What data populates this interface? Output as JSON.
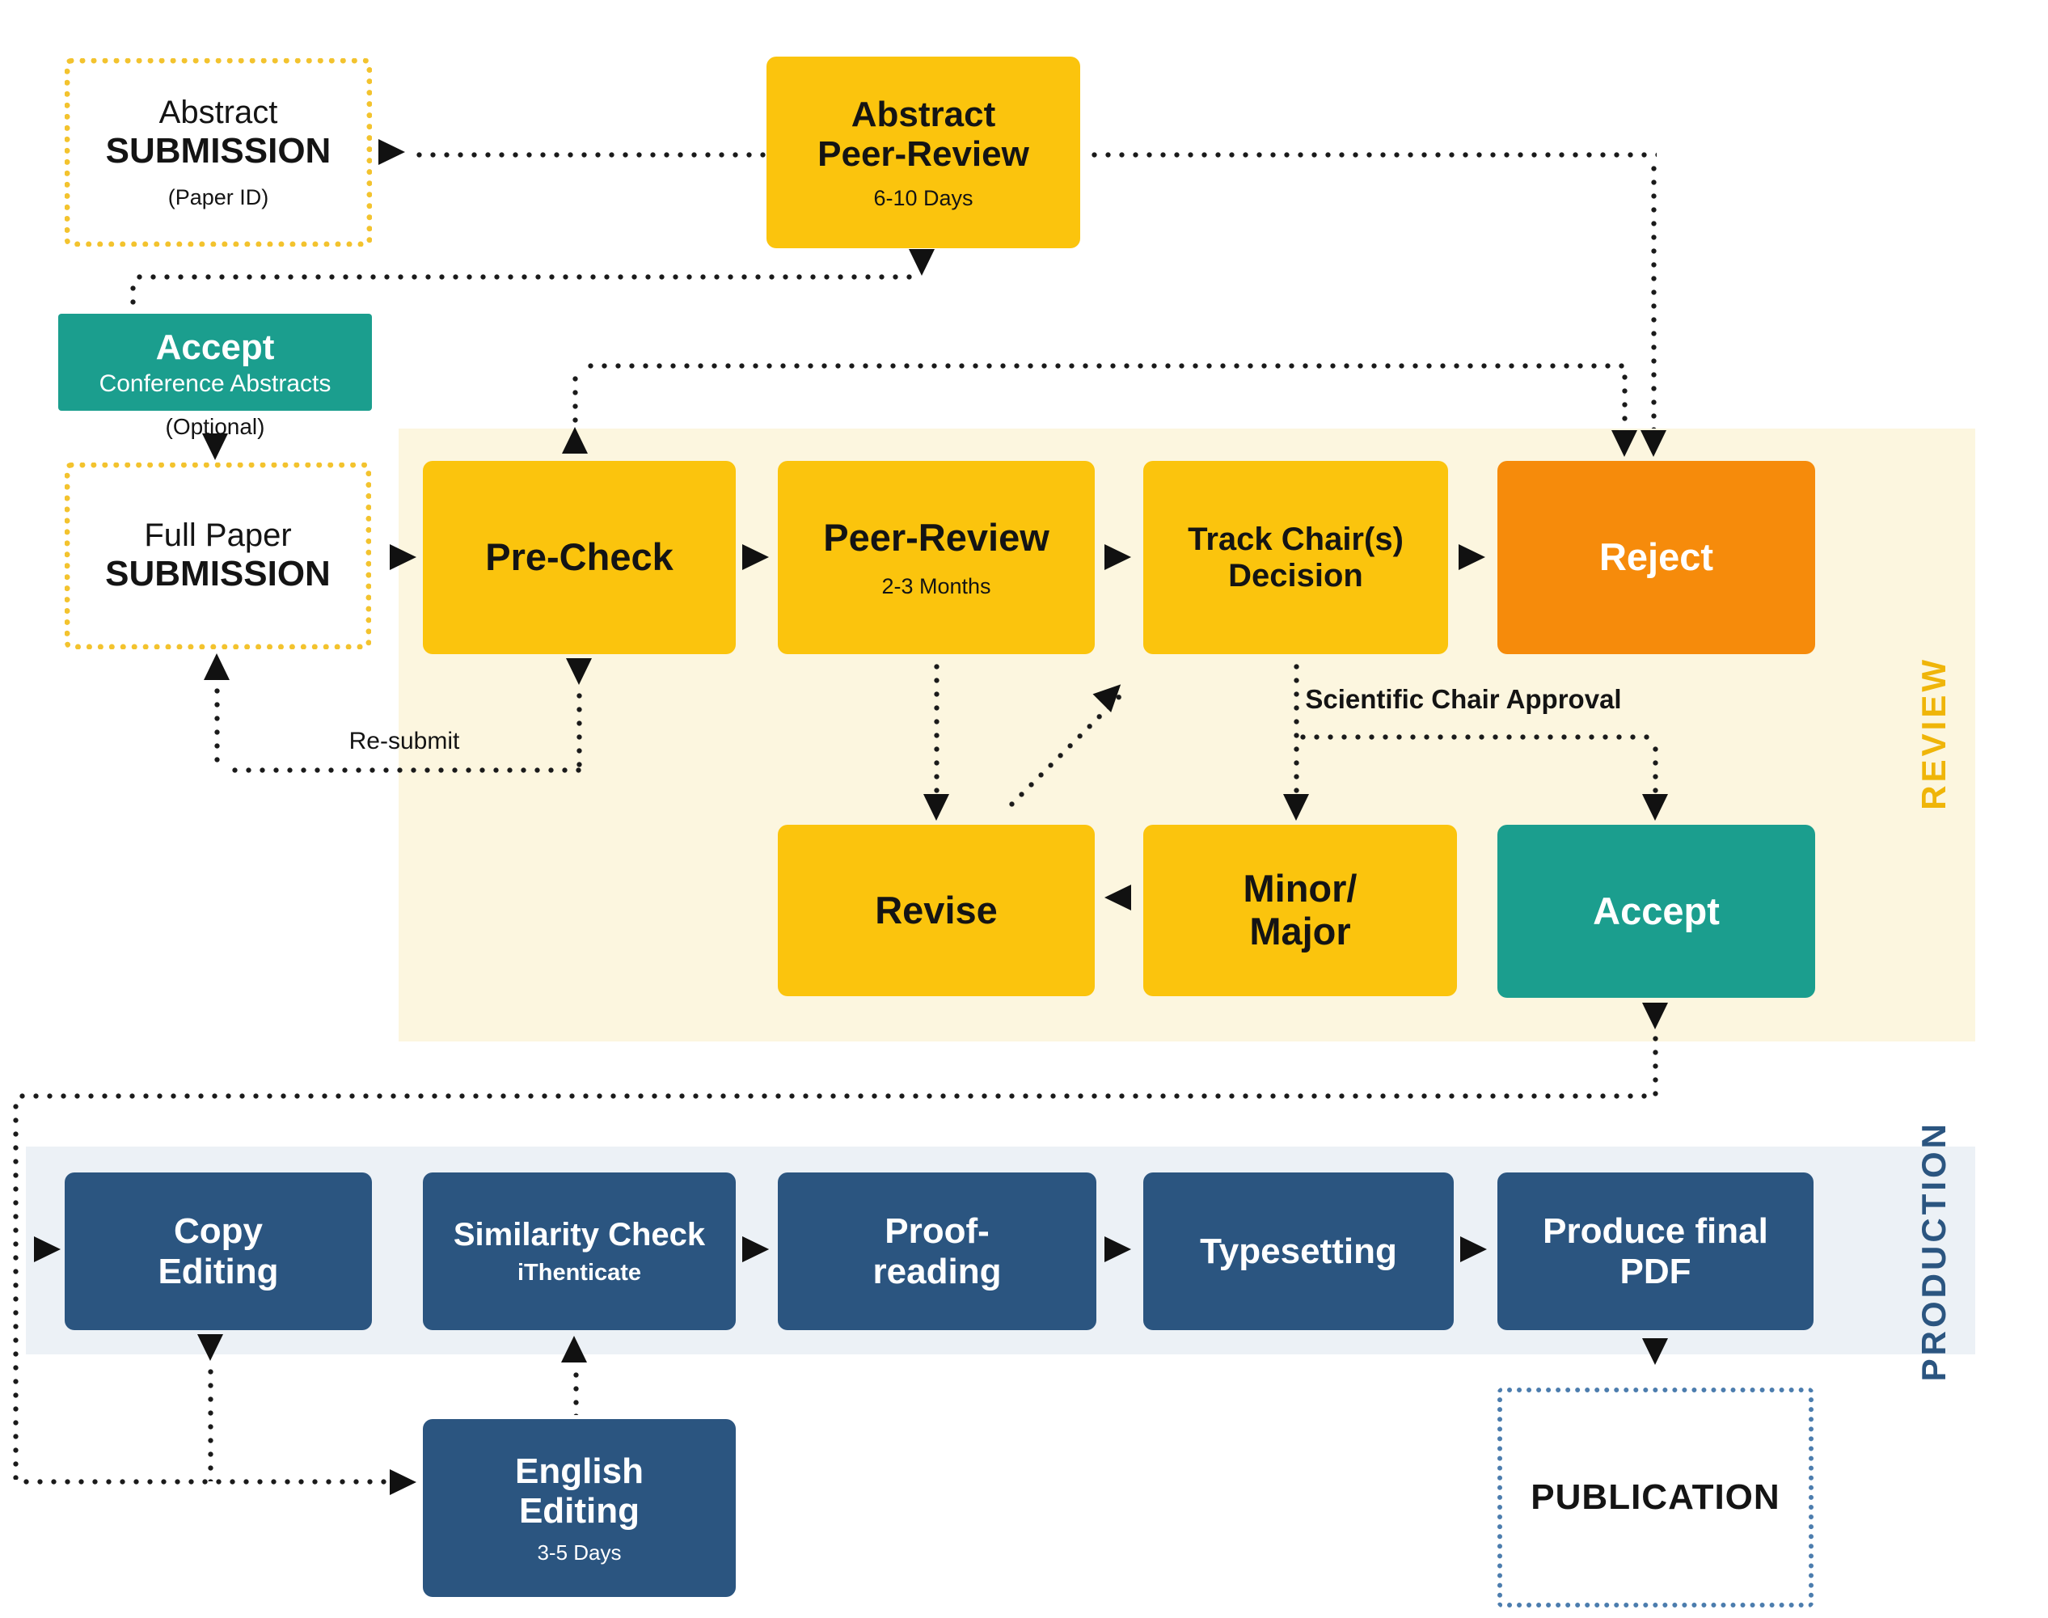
{
  "panels": {
    "review": {
      "label": "REVIEW"
    },
    "production": {
      "label": "PRODUCTION"
    }
  },
  "boxes": {
    "abstract_submission": {
      "line1": "Abstract",
      "line2": "SUBMISSION",
      "note": "(Paper ID)"
    },
    "abstract_peer_review": {
      "line1": "Abstract",
      "line2": "Peer-Review",
      "note": "6-10 Days"
    },
    "accept_abstracts": {
      "line1": "Accept",
      "line2": "Conference Abstracts"
    },
    "full_paper_submission": {
      "line1": "Full Paper",
      "line2": "SUBMISSION"
    },
    "pre_check": {
      "line1": "Pre-Check"
    },
    "peer_review": {
      "line1": "Peer-Review",
      "note": "2-3 Months"
    },
    "track_chair": {
      "line1": "Track Chair(s)",
      "line2": "Decision"
    },
    "reject": {
      "line1": "Reject"
    },
    "revise": {
      "line1": "Revise"
    },
    "minor_major": {
      "line1": "Minor/",
      "line2": "Major"
    },
    "accept": {
      "line1": "Accept"
    },
    "copy_editing": {
      "line1": "Copy",
      "line2": "Editing"
    },
    "similarity_check": {
      "line1": "Similarity Check",
      "note": "iThenticate"
    },
    "proof_reading": {
      "line1": "Proof-",
      "line2": "reading"
    },
    "typesetting": {
      "line1": "Typesetting"
    },
    "produce_pdf": {
      "line1": "Produce final",
      "line2": "PDF"
    },
    "english_editing": {
      "line1": "English",
      "line2": "Editing",
      "note": "3-5 Days"
    },
    "publication": {
      "line1": "PUBLICATION"
    }
  },
  "connector_labels": {
    "optional": "(Optional)",
    "resubmit": "Re-submit",
    "scientific_chair_approval": "Scientific Chair Approval"
  },
  "colors": {
    "yellow_box": "#FBC40D",
    "orange_box": "#F68B0B",
    "teal_box": "#1B9E8E",
    "dark_blue_box": "#2B5580",
    "review_panel_bg": "#FCF6DF",
    "production_panel_bg": "#ECF1F6",
    "dotted_yellow_border": "#F3C32E",
    "dotted_blue_border": "#4C7DAE",
    "review_label": "#EFB509",
    "production_label": "#2B5580",
    "connector": "#1A1A1A"
  }
}
